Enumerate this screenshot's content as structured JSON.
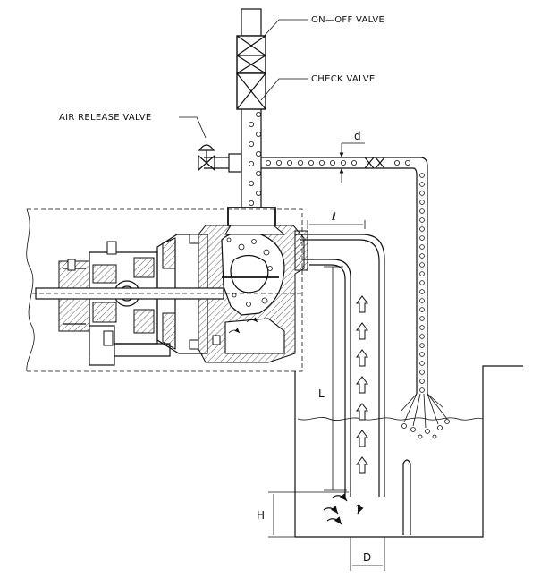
{
  "labels": {
    "on_off_valve": "ON—OFF VALVE",
    "check_valve": "CHECK VALVE",
    "air_release_valve": "AIR RELEASE VALVE"
  },
  "dimensions": {
    "d": "d",
    "l": "ℓ",
    "L": "L",
    "H": "H",
    "D": "D"
  }
}
